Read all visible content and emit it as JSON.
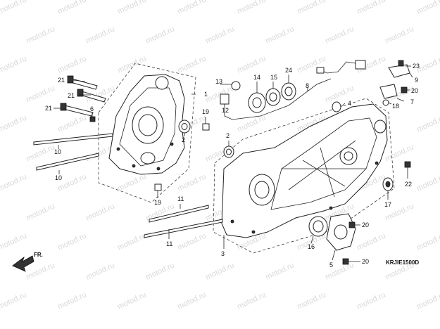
{
  "watermark": "motod.ru",
  "diagram_code": "KRJIE1500D",
  "direction_label": "FR.",
  "callouts": [
    "1",
    "2",
    "2",
    "3",
    "4",
    "5",
    "6",
    "7",
    "8",
    "9",
    "10",
    "10",
    "11",
    "11",
    "12",
    "13",
    "14",
    "15",
    "16",
    "17",
    "18",
    "19",
    "19",
    "20",
    "20",
    "20",
    "21",
    "21",
    "21",
    "22",
    "23",
    "24"
  ]
}
